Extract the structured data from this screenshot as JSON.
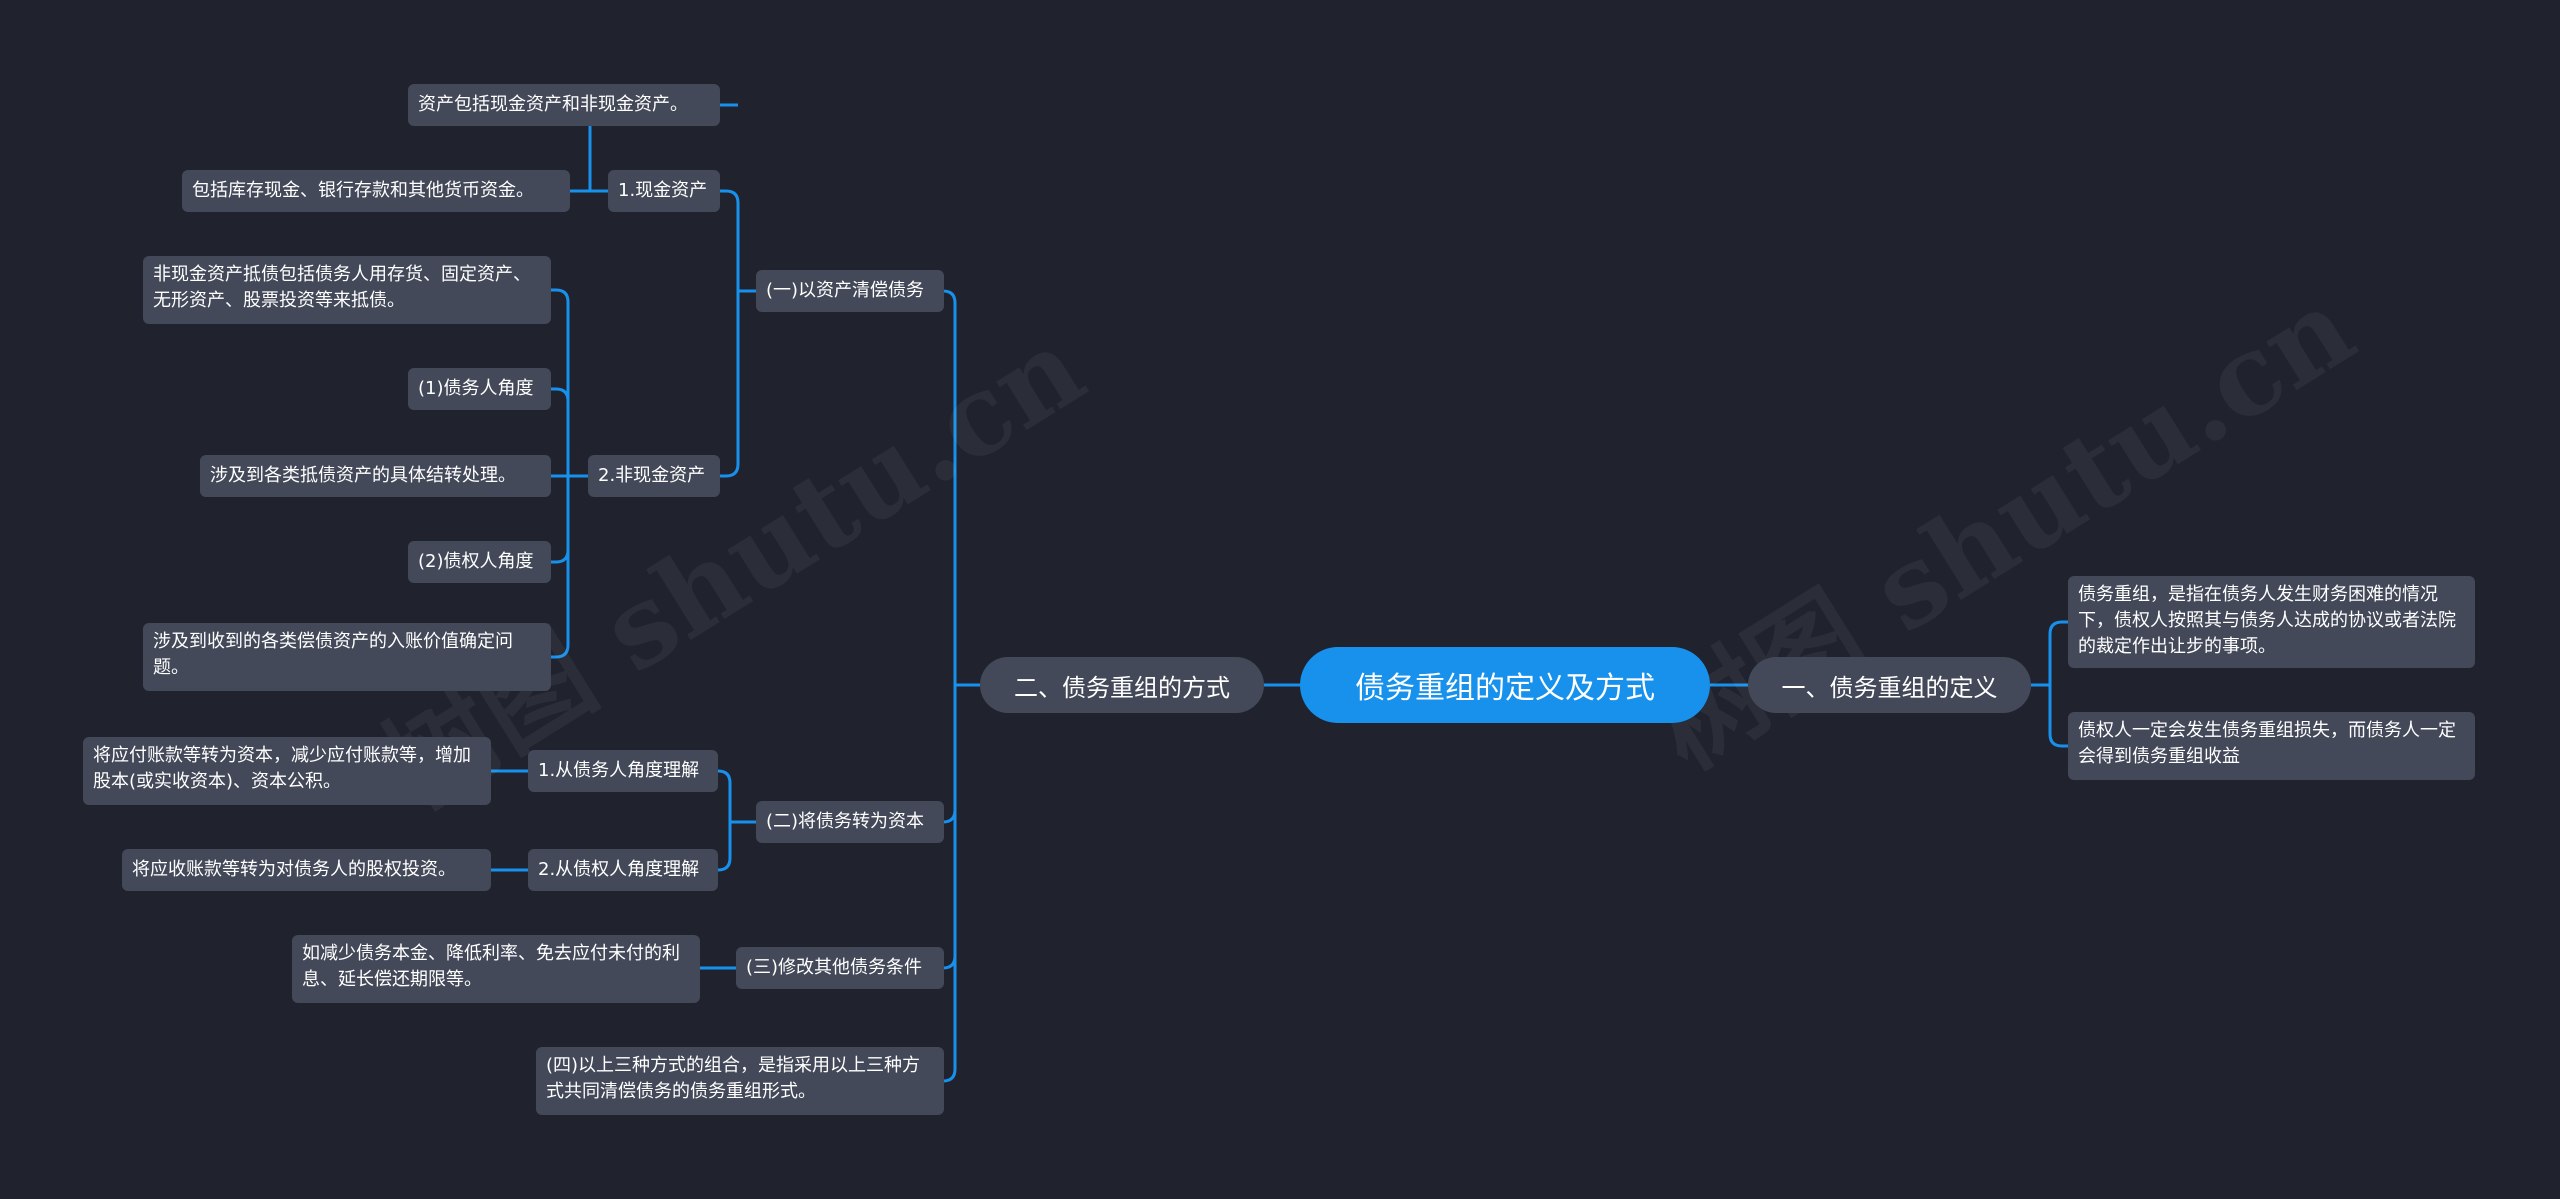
{
  "watermark": "树图 shutu.cn",
  "root": {
    "label": "债务重组的定义及方式"
  },
  "definition": {
    "label": "一、债务重组的定义",
    "items": [
      "债务重组，是指在债务人发生财务困难的情况下，债权人按照其与债务人达成的协议或者法院的裁定作出让步的事项。",
      "债权人一定会发生债务重组损失，而债务人一定会得到债务重组收益"
    ]
  },
  "methods": {
    "label": "二、债务重组的方式",
    "asset": {
      "label": "(一)以资产清偿债务",
      "cash": {
        "label": "1.现金资产",
        "items": [
          "资产包括现金资产和非现金资产。",
          "包括库存现金、银行存款和其他货币资金。"
        ]
      },
      "noncash": {
        "label": "2.非现金资产",
        "items": [
          "非现金资产抵债包括债务人用存货、固定资产、无形资产、股票投资等来抵债。",
          "(1)债务人角度",
          "涉及到各类抵债资产的具体结转处理。",
          "(2)债权人角度",
          "涉及到收到的各类偿债资产的入账价值确定问题。"
        ]
      }
    },
    "capital": {
      "label": "(二)将债务转为资本",
      "debtor": {
        "label": "1.从债务人角度理解",
        "detail": "将应付账款等转为资本，减少应付账款等，增加股本(或实收资本)、资本公积。"
      },
      "creditor": {
        "label": "2.从债权人角度理解",
        "detail": "将应收账款等转为对债务人的股权投资。"
      }
    },
    "other": {
      "label": "(三)修改其他债务条件",
      "detail": "如减少债务本金、降低利率、免去应付未付的利息、延长偿还期限等。"
    },
    "combo": "(四)以上三种方式的组合，是指采用以上三种方式共同清偿债务的债务重组形式。"
  },
  "colors": {
    "background": "#20232e",
    "root": "#1791ec",
    "node": "#434959",
    "link": "#1791ec",
    "text": "#ffffff"
  }
}
